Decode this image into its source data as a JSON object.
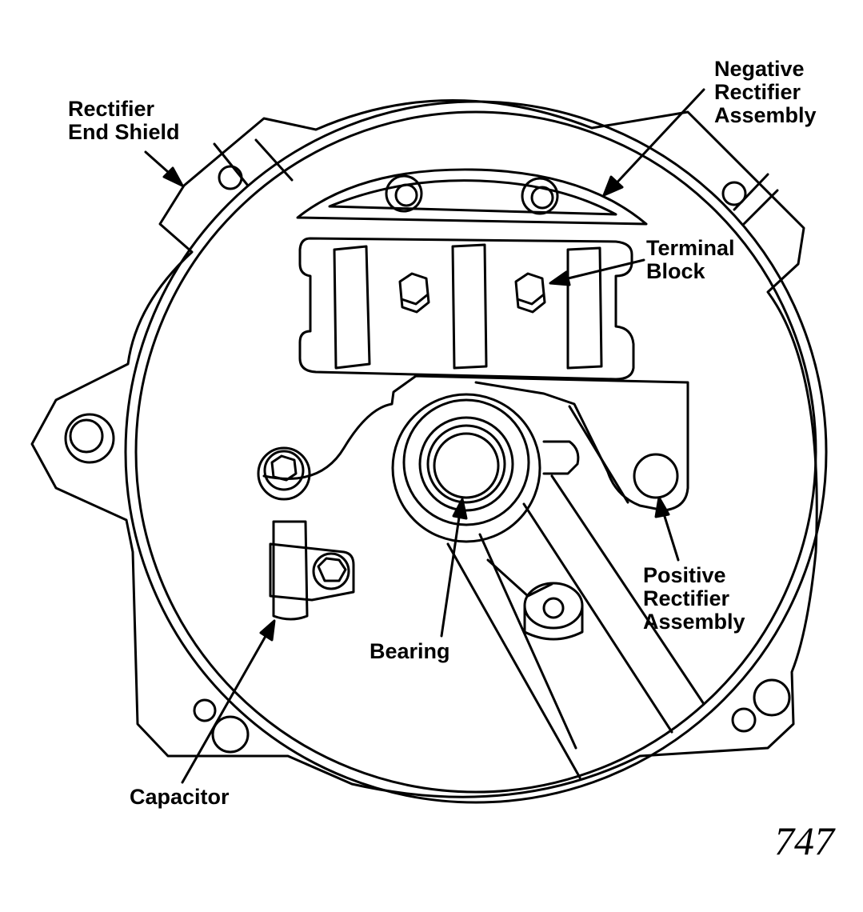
{
  "labels": {
    "rectifier_end_shield": [
      "Rectifier",
      "End Shield"
    ],
    "negative_rectifier_assembly": [
      "Negative",
      "Rectifier",
      "Assembly"
    ],
    "terminal_block": [
      "Terminal",
      "Block"
    ],
    "positive_rectifier_assembly": [
      "Positive",
      "Rectifier",
      "Assembly"
    ],
    "bearing": "Bearing",
    "capacitor": "Capacitor"
  },
  "figure_number": "747",
  "colors": {
    "ink": "#000000",
    "paper": "#ffffff"
  }
}
